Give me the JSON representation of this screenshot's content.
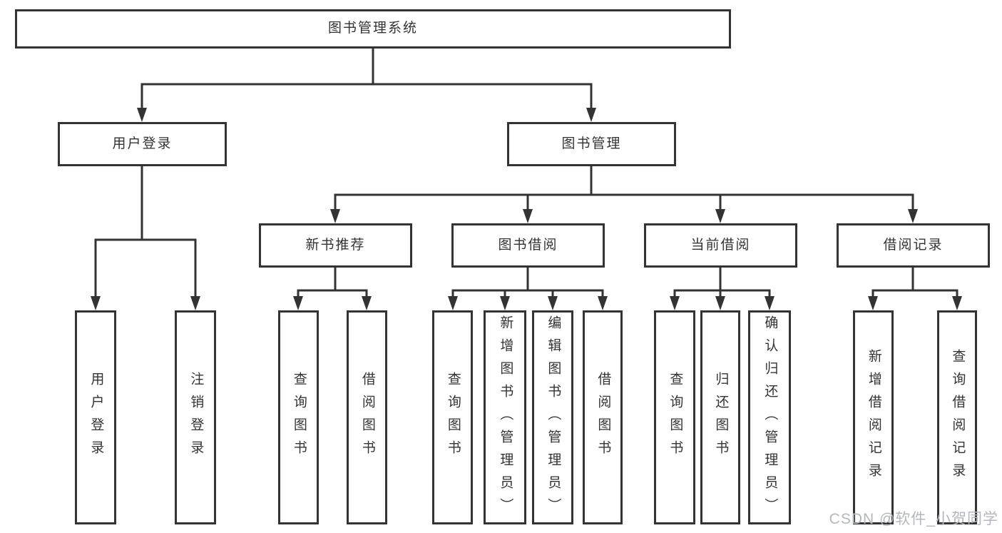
{
  "diagram": {
    "root": "图书管理系统",
    "branches": [
      {
        "label": "用户登录",
        "children": [
          "用户登录",
          "注销登录"
        ]
      },
      {
        "label": "图书管理",
        "sections": [
          {
            "label": "新书推荐",
            "children": [
              "查询图书",
              "借阅图书"
            ]
          },
          {
            "label": "图书借阅",
            "children": [
              "查询图书",
              "新增图书（管理员）",
              "编辑图书（管理员）",
              "借阅图书"
            ]
          },
          {
            "label": "当前借阅",
            "children": [
              "查询图书",
              "归还图书",
              "确认归还（管理员）"
            ]
          },
          {
            "label": "借阅记录",
            "children": [
              "新增借阅记录",
              "查询借阅记录"
            ]
          }
        ]
      }
    ]
  },
  "watermark": "CSDN @软件_小贺同学",
  "colors": {
    "line": "#333333",
    "box_fill": "#ffffff",
    "watermark": "#b3b7bd"
  }
}
